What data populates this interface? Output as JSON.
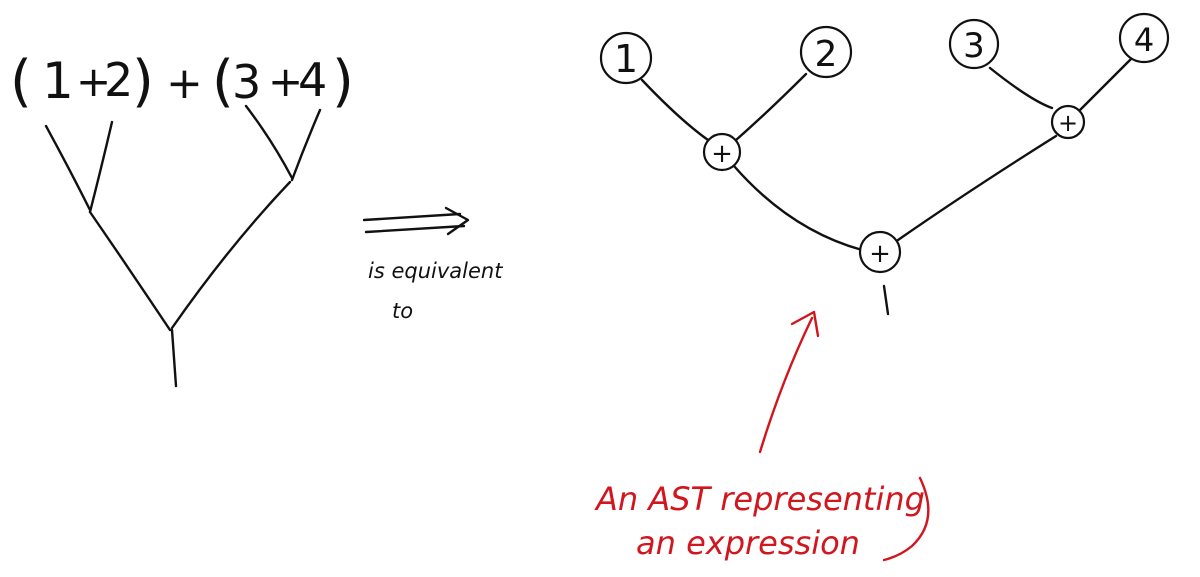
{
  "expression": {
    "open_paren_1": "(",
    "num_1": "1",
    "plus_1": "+",
    "num_2": "2",
    "close_paren_1": ")",
    "plus_main": "+",
    "open_paren_2": "(",
    "num_3": "3",
    "plus_2": "+",
    "num_4": "4",
    "close_paren_2": ")"
  },
  "connector": {
    "line_1": "is equivalent",
    "line_2": "to"
  },
  "ast": {
    "leaf_1": "1",
    "leaf_2": "2",
    "leaf_3": "3",
    "leaf_4": "4",
    "op_left": "+",
    "op_right": "+",
    "op_root": "+"
  },
  "annotation": {
    "line_1": "An AST representing",
    "line_2": "an expression"
  },
  "colors": {
    "ink": "#111111",
    "annotation": "#d2161e",
    "background": "#ffffff"
  }
}
